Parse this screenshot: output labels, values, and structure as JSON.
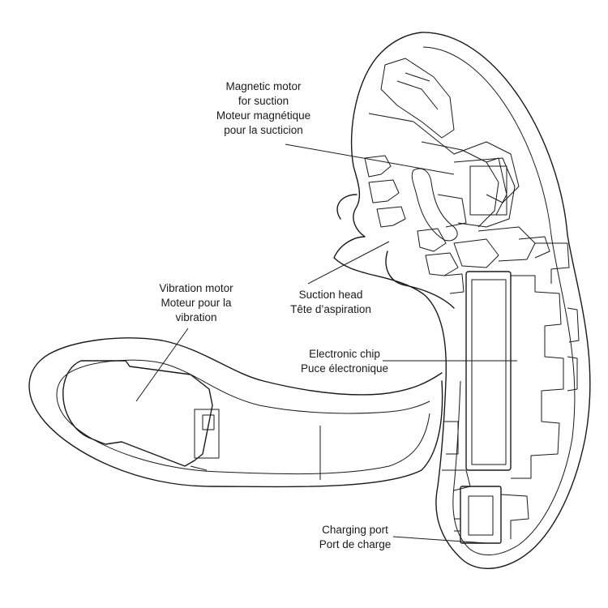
{
  "labels": {
    "magnetic_motor": [
      "Magnetic motor",
      "for suction",
      "Moteur magnétique",
      "pour la sucticion"
    ],
    "suction_head": [
      "Suction head",
      "Tête d’aspiration"
    ],
    "vibration_motor": [
      "Vibration motor",
      "Moteur pour la",
      "vibration"
    ],
    "electronic_chip": [
      "Electronic chip",
      "Puce électronique"
    ],
    "charging_port": [
      "Charging port",
      "Port de charge"
    ]
  },
  "colors": {
    "line": "#1a1a1a",
    "background": "#ffffff"
  }
}
